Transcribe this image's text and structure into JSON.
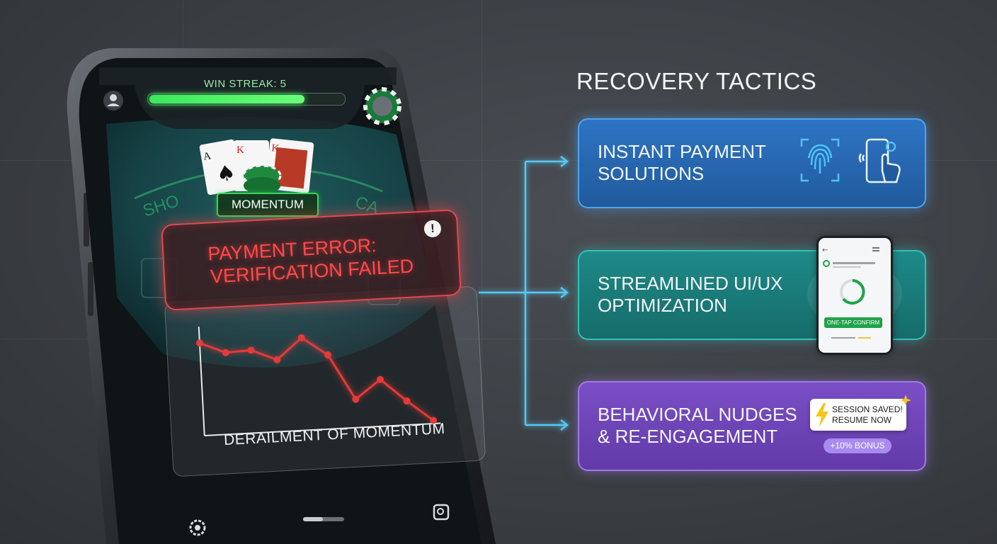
{
  "phone_screen": {
    "win_streak": {
      "label": "WIN STREAK: 5",
      "progress_fraction": 0.8
    },
    "table_text": {
      "left": "SHO",
      "right": "CA"
    },
    "cards": {
      "card1": "A",
      "card2": "K",
      "card3": "K"
    },
    "momentum_label": "MOMENTUM",
    "error": {
      "line1": "PAYMENT ERROR:",
      "line2": "VERIFICATION FAILED",
      "icon": "!"
    },
    "chart_title": "DERAILMENT OF MOMENTUM"
  },
  "chart_data": {
    "type": "line",
    "title": "DERAILMENT OF MOMENTUM",
    "xlabel": "",
    "ylabel": "",
    "values": [
      8.5,
      7.5,
      7.6,
      6.6,
      8.5,
      6.8,
      2.6,
      4.3,
      2.2,
      0.3
    ],
    "ylim": [
      0,
      10
    ],
    "color": "#e53a3a",
    "grid": false
  },
  "right_panel": {
    "heading": "RECOVERY TACTICS",
    "tactics": [
      {
        "line1": "INSTANT PAYMENT",
        "line2": "SOLUTIONS",
        "icons": [
          "fingerprint-icon",
          "tap-to-pay-icon"
        ]
      },
      {
        "line1": "STREAMLINED UI/UX",
        "line2": "OPTIMIZATION",
        "mockup_button": "ONE-TAP CONFIRM"
      },
      {
        "line1": "BEHAVIORAL NUDGES",
        "line2": "& RE-ENGAGEMENT",
        "notification": {
          "line1": "SESSION SAVED!",
          "line2": "RESUME NOW"
        },
        "bonus": "+10% BONUS"
      }
    ]
  },
  "colors": {
    "background": "#3b3e43",
    "error_red": "#ff4a4a",
    "streak_green": "#3ce85a",
    "tactic_blue": "#2e74c4",
    "tactic_teal": "#1e8a88",
    "tactic_purple": "#7a4fc6",
    "connector_cyan": "#58c8f2"
  }
}
